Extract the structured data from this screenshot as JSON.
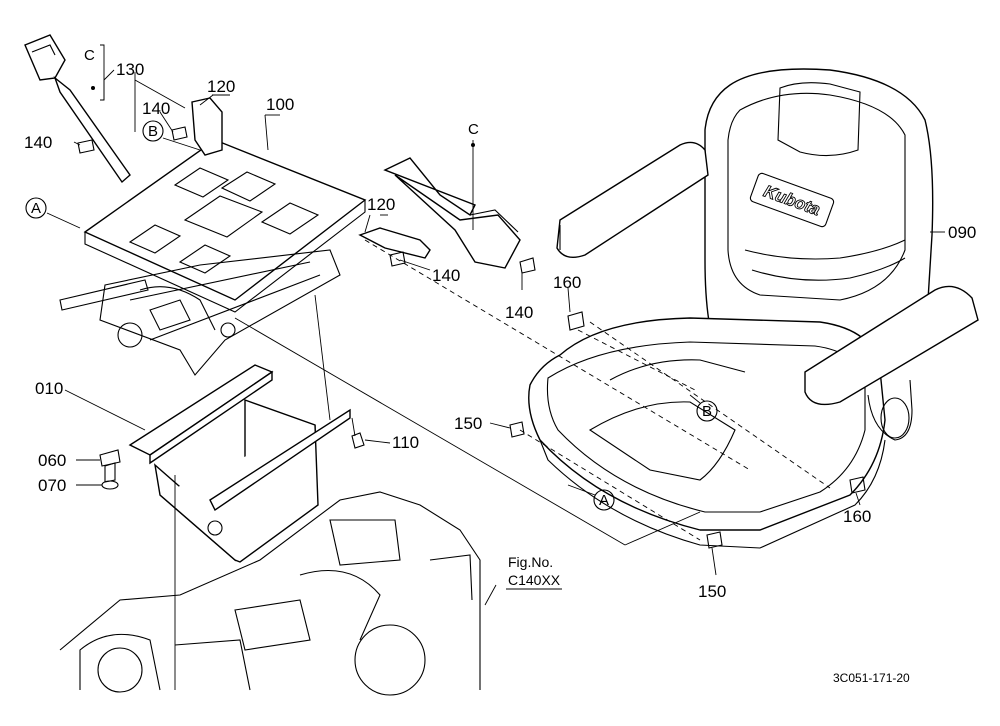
{
  "parts": {
    "p010": "010",
    "p060": "060",
    "p070": "070",
    "p090": "090",
    "p100": "100",
    "p110": "110",
    "p120a": "120",
    "p120b": "120",
    "p130": "130",
    "p140a": "140",
    "p140b": "140",
    "p140c": "140",
    "p140d": "140",
    "p150a": "150",
    "p150b": "150",
    "p160a": "160",
    "p160b": "160"
  },
  "callouts": {
    "a1": "A",
    "a2": "A",
    "b1": "B",
    "b2": "B",
    "c1": "C",
    "c2": "C"
  },
  "brand": "Kubota",
  "fig_ref": {
    "line1": "Fig.No.",
    "line2": "C140XX"
  },
  "drawing_code": "3C051-171-20"
}
